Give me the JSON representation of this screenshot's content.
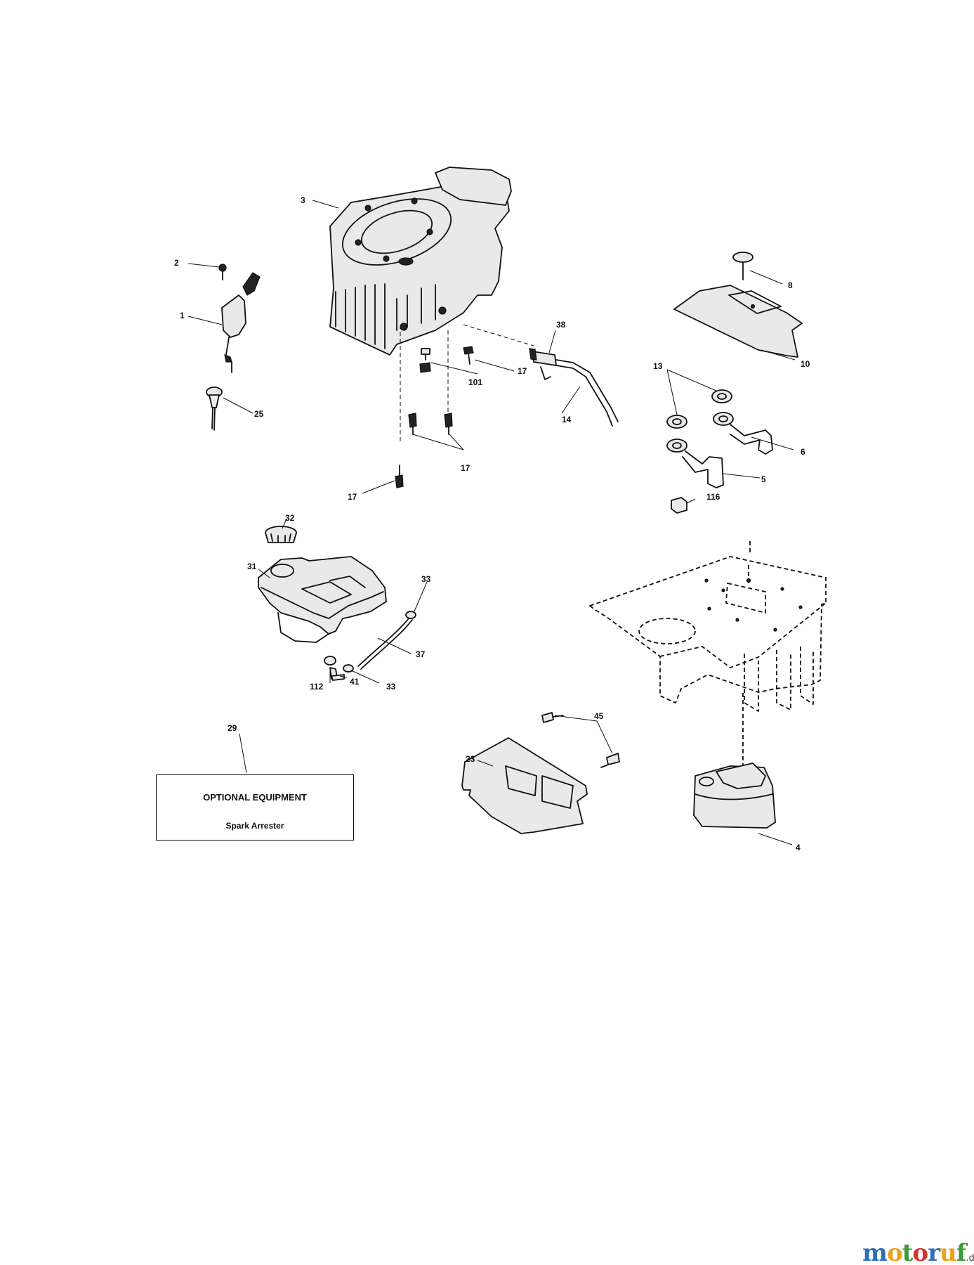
{
  "callouts": {
    "c1": "1",
    "c2": "2",
    "c3": "3",
    "c4": "4",
    "c5": "5",
    "c6": "6",
    "c8": "8",
    "c10": "10",
    "c13": "13",
    "c14": "14",
    "c17a": "17",
    "c17b": "17",
    "c17c": "17",
    "c23": "23",
    "c25": "25",
    "c29": "29",
    "c31": "31",
    "c32": "32",
    "c33a": "33",
    "c33b": "33",
    "c37": "37",
    "c38": "38",
    "c41": "41",
    "c45": "45",
    "c101": "101",
    "c112": "112",
    "c116": "116"
  },
  "optional_box": {
    "title": "OPTIONAL EQUIPMENT",
    "item": "Spark Arrester"
  },
  "watermark": {
    "letters": [
      "m",
      "o",
      "t",
      "o",
      "r",
      "u",
      "f"
    ],
    "colors": [
      "#2e6fb7",
      "#e8a21c",
      "#3b9a3b",
      "#d8332b",
      "#2e6fb7",
      "#e8a21c",
      "#3b9a3b"
    ],
    "suffix": ".de"
  }
}
